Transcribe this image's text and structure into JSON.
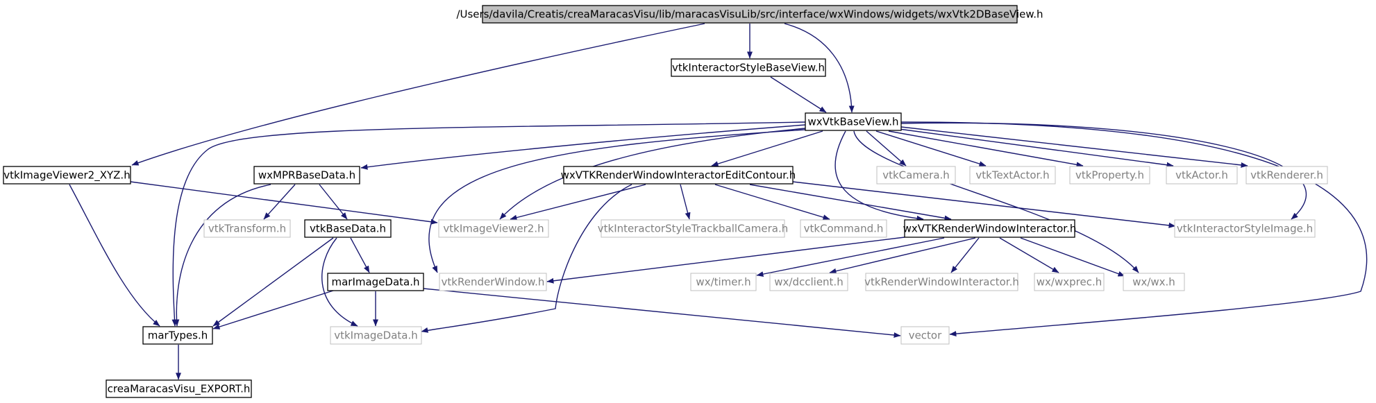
{
  "diagram": {
    "colors": {
      "edge": "#191970",
      "border_dark": "#000000",
      "border_light": "#bfbfbf",
      "text_dark": "#000000",
      "text_light": "#808080",
      "root_fill": "#bfbfbf",
      "node_fill": "#ffffff"
    },
    "nodes": [
      {
        "id": "root",
        "label": "/Users/davila/Creatis/creaMaracasVisu/lib/maracasVisuLib/src/interface/wxWindows/widgets/wxVtk2DBaseView.h",
        "style": "root"
      },
      {
        "id": "isbv",
        "label": "vtkInteractorStyleBaseView.h",
        "style": "dark"
      },
      {
        "id": "wxvtkbv",
        "label": "wxVtkBaseView.h",
        "style": "dark"
      },
      {
        "id": "viewer2xyz",
        "label": "vtkImageViewer2_XYZ.h",
        "style": "dark"
      },
      {
        "id": "mprbase",
        "label": "wxMPRBaseData.h",
        "style": "dark"
      },
      {
        "id": "editcontour",
        "label": "wxVTKRenderWindowInteractorEditContour.h",
        "style": "dark"
      },
      {
        "id": "camera",
        "label": "vtkCamera.h",
        "style": "light"
      },
      {
        "id": "textactor",
        "label": "vtkTextActor.h",
        "style": "light"
      },
      {
        "id": "property",
        "label": "vtkProperty.h",
        "style": "light"
      },
      {
        "id": "actor",
        "label": "vtkActor.h",
        "style": "light"
      },
      {
        "id": "renderer",
        "label": "vtkRenderer.h",
        "style": "light"
      },
      {
        "id": "transform",
        "label": "vtkTransform.h",
        "style": "light"
      },
      {
        "id": "basedata",
        "label": "vtkBaseData.h",
        "style": "dark"
      },
      {
        "id": "imgviewer2",
        "label": "vtkImageViewer2.h",
        "style": "light"
      },
      {
        "id": "trackball",
        "label": "vtkInteractorStyleTrackballCamera.h",
        "style": "light"
      },
      {
        "id": "command",
        "label": "vtkCommand.h",
        "style": "light"
      },
      {
        "id": "rwi",
        "label": "wxVTKRenderWindowInteractor.h",
        "style": "dark"
      },
      {
        "id": "styleimage",
        "label": "vtkInteractorStyleImage.h",
        "style": "light"
      },
      {
        "id": "marimage",
        "label": "marImageData.h",
        "style": "dark"
      },
      {
        "id": "renderwin",
        "label": "vtkRenderWindow.h",
        "style": "light"
      },
      {
        "id": "timer",
        "label": "wx/timer.h",
        "style": "light"
      },
      {
        "id": "dcclient",
        "label": "wx/dcclient.h",
        "style": "light"
      },
      {
        "id": "vtkrwi",
        "label": "vtkRenderWindowInteractor.h",
        "style": "light"
      },
      {
        "id": "wxprec",
        "label": "wx/wxprec.h",
        "style": "light"
      },
      {
        "id": "wxh",
        "label": "wx/wx.h",
        "style": "light"
      },
      {
        "id": "martypes",
        "label": "marTypes.h",
        "style": "dark"
      },
      {
        "id": "imagedata",
        "label": "vtkImageData.h",
        "style": "light"
      },
      {
        "id": "vector",
        "label": "vector",
        "style": "light"
      },
      {
        "id": "export",
        "label": "creaMaracasVisu_EXPORT.h",
        "style": "dark"
      }
    ],
    "edges": [
      {
        "from": "root",
        "to": "isbv"
      },
      {
        "from": "root",
        "to": "wxvtkbv"
      },
      {
        "from": "root",
        "to": "viewer2xyz"
      },
      {
        "from": "isbv",
        "to": "wxvtkbv"
      },
      {
        "from": "wxvtkbv",
        "to": "mprbase"
      },
      {
        "from": "wxvtkbv",
        "to": "editcontour"
      },
      {
        "from": "wxvtkbv",
        "to": "camera"
      },
      {
        "from": "wxvtkbv",
        "to": "textactor"
      },
      {
        "from": "wxvtkbv",
        "to": "property"
      },
      {
        "from": "wxvtkbv",
        "to": "actor"
      },
      {
        "from": "wxvtkbv",
        "to": "renderer"
      },
      {
        "from": "wxvtkbv",
        "to": "imgviewer2"
      },
      {
        "from": "wxvtkbv",
        "to": "rwi"
      },
      {
        "from": "wxvtkbv",
        "to": "styleimage"
      },
      {
        "from": "wxvtkbv",
        "to": "renderwin"
      },
      {
        "from": "wxvtkbv",
        "to": "wxh"
      },
      {
        "from": "wxvtkbv",
        "to": "martypes"
      },
      {
        "from": "wxvtkbv",
        "to": "vector"
      },
      {
        "from": "viewer2xyz",
        "to": "imgviewer2"
      },
      {
        "from": "viewer2xyz",
        "to": "martypes"
      },
      {
        "from": "mprbase",
        "to": "transform"
      },
      {
        "from": "mprbase",
        "to": "basedata"
      },
      {
        "from": "mprbase",
        "to": "martypes"
      },
      {
        "from": "editcontour",
        "to": "imgviewer2"
      },
      {
        "from": "editcontour",
        "to": "trackball"
      },
      {
        "from": "editcontour",
        "to": "command"
      },
      {
        "from": "editcontour",
        "to": "rwi"
      },
      {
        "from": "editcontour",
        "to": "styleimage"
      },
      {
        "from": "editcontour",
        "to": "imagedata"
      },
      {
        "from": "basedata",
        "to": "marimage"
      },
      {
        "from": "basedata",
        "to": "martypes"
      },
      {
        "from": "basedata",
        "to": "imagedata"
      },
      {
        "from": "rwi",
        "to": "renderwin"
      },
      {
        "from": "rwi",
        "to": "timer"
      },
      {
        "from": "rwi",
        "to": "dcclient"
      },
      {
        "from": "rwi",
        "to": "vtkrwi"
      },
      {
        "from": "rwi",
        "to": "wxprec"
      },
      {
        "from": "rwi",
        "to": "wxh"
      },
      {
        "from": "marimage",
        "to": "martypes"
      },
      {
        "from": "marimage",
        "to": "imagedata"
      },
      {
        "from": "marimage",
        "to": "vector"
      },
      {
        "from": "martypes",
        "to": "export"
      }
    ]
  }
}
